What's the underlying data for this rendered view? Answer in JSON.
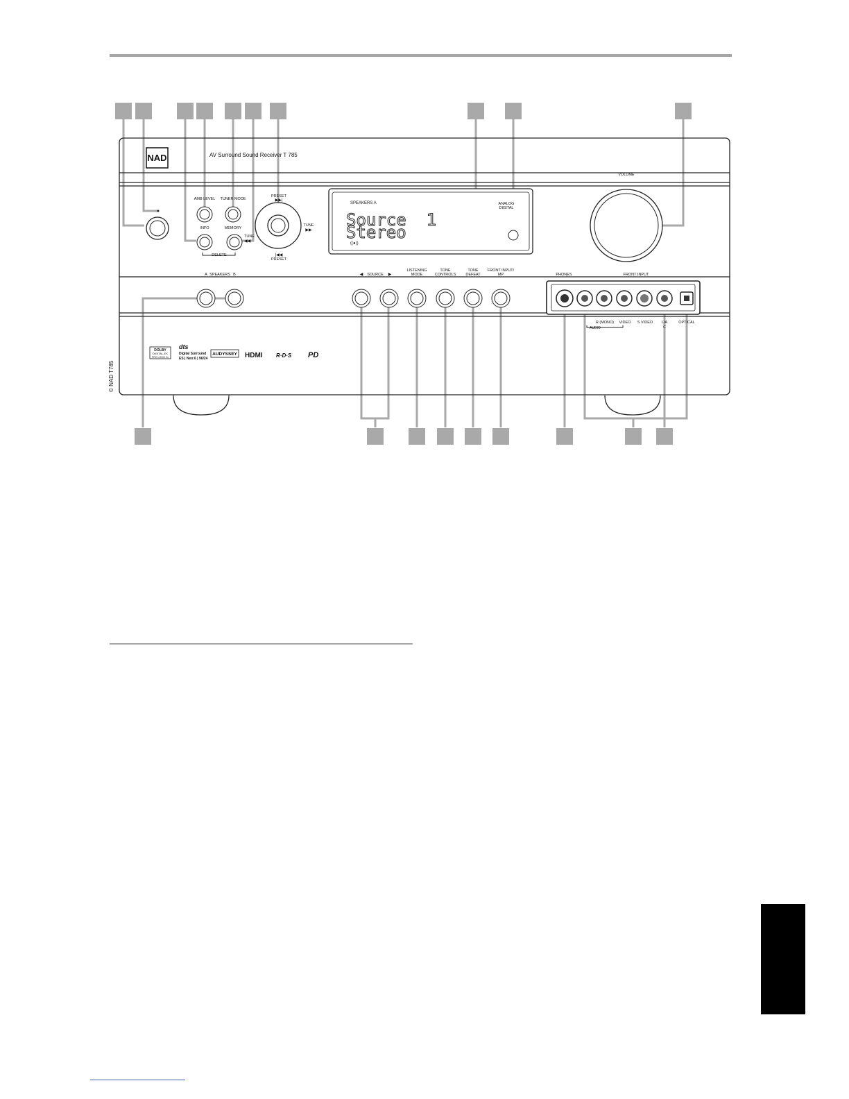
{
  "front_panel": {
    "brand_logo": "NAD",
    "product_title": "AV Surround Sound Receiver T 785",
    "display": {
      "speakers_indicator": "SPEAKERS A",
      "line1": "Source  1",
      "line2": "Stereo",
      "analog_digital": [
        "ANALOG",
        "DIGITAL"
      ]
    },
    "volume_label": "VOLUME",
    "buttons_top": {
      "ambience": "AMB LEVEL",
      "tuner_mode": "TUNER MODE",
      "info": "INFO",
      "memory": "MEMORY",
      "delete": "DELETE",
      "preset_top": "PRESET",
      "preset_bottom": "PRESET",
      "tune_left": "TUNE",
      "tune_right": "TUNE"
    },
    "speakers_row": {
      "a": "A",
      "label": "SPEAKERS",
      "b": "B"
    },
    "source_label": "SOURCE",
    "listening_mode": [
      "LISTENING",
      "MODE"
    ],
    "tone_controls": [
      "TONE",
      "CONTROLS"
    ],
    "tone_defeat": [
      "TONE",
      "DEFEAT"
    ],
    "front_input_mp": [
      "FRONT INPUT/",
      "MP"
    ],
    "phones_label": "PHONES",
    "front_input_label": "FRONT INPUT",
    "jack_labels": {
      "rmono": "R (MONO)",
      "video": "VIDEO",
      "svideo": "S VIDEO",
      "coax": [
        "L/A",
        "C"
      ],
      "optical": "OPTICAL",
      "audio": "AUDIO"
    },
    "logos": {
      "dolby": [
        "DOLBY",
        "DIGITAL-EX",
        "PRO LOGIC IIx"
      ],
      "dts": [
        "dts",
        "Digital Surround",
        "ES | Neo:6 | 96/24"
      ],
      "audyssey": "AUDYSSEY",
      "hdmi": "HDMI",
      "rds": "R·D·S",
      "pd": "PD"
    },
    "copyright": "© NAD T785"
  },
  "colors": {
    "callout_gray": "#a9a9a9",
    "panel_stroke": "#222222",
    "side_tab": "#000000",
    "rule": "#a6a6a6"
  }
}
